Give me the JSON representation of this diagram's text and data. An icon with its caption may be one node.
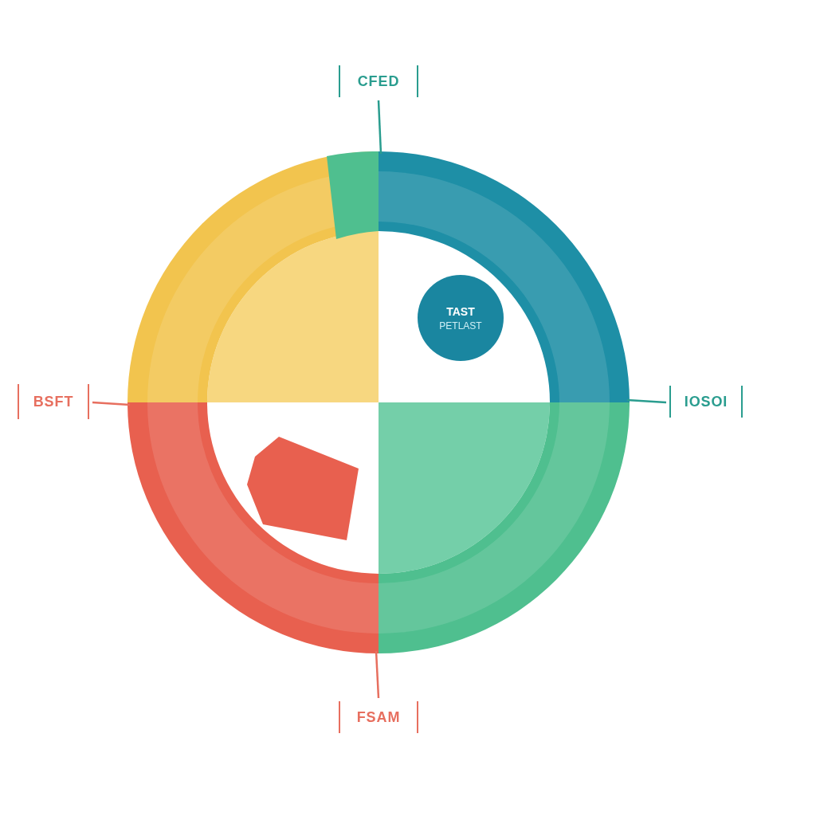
{
  "diagram": {
    "nodes": [
      {
        "text": [],
        "shape": "arc"
      },
      {
        "text": [],
        "shape": "arc"
      },
      {
        "text": [],
        "shape": "arc"
      },
      {
        "text": [],
        "shape": "arc"
      },
      {
        "text": [
          "TAST",
          "PETLAST"
        ]
      },
      {
        "text": [],
        "shape": "box"
      },
      {
        "text": [
          "CFED"
        ]
      },
      {
        "text": [
          "BSFT"
        ]
      },
      {
        "text": [
          "IOSOI"
        ]
      },
      {
        "text": [
          "FSAM"
        ]
      }
    ],
    "edges": [
      {
        "from": 6,
        "to": 1,
        "arrow": "none",
        "color": "#2a9d8f"
      },
      {
        "from": 7,
        "to": 2,
        "arrow": "none",
        "color": "#e76f5f"
      },
      {
        "from": 8,
        "to": 1,
        "arrow": "none",
        "color": "#2a9d8f"
      },
      {
        "from": 9,
        "to": 2,
        "arrow": "none",
        "color": "#e76f5f"
      }
    ]
  }
}
